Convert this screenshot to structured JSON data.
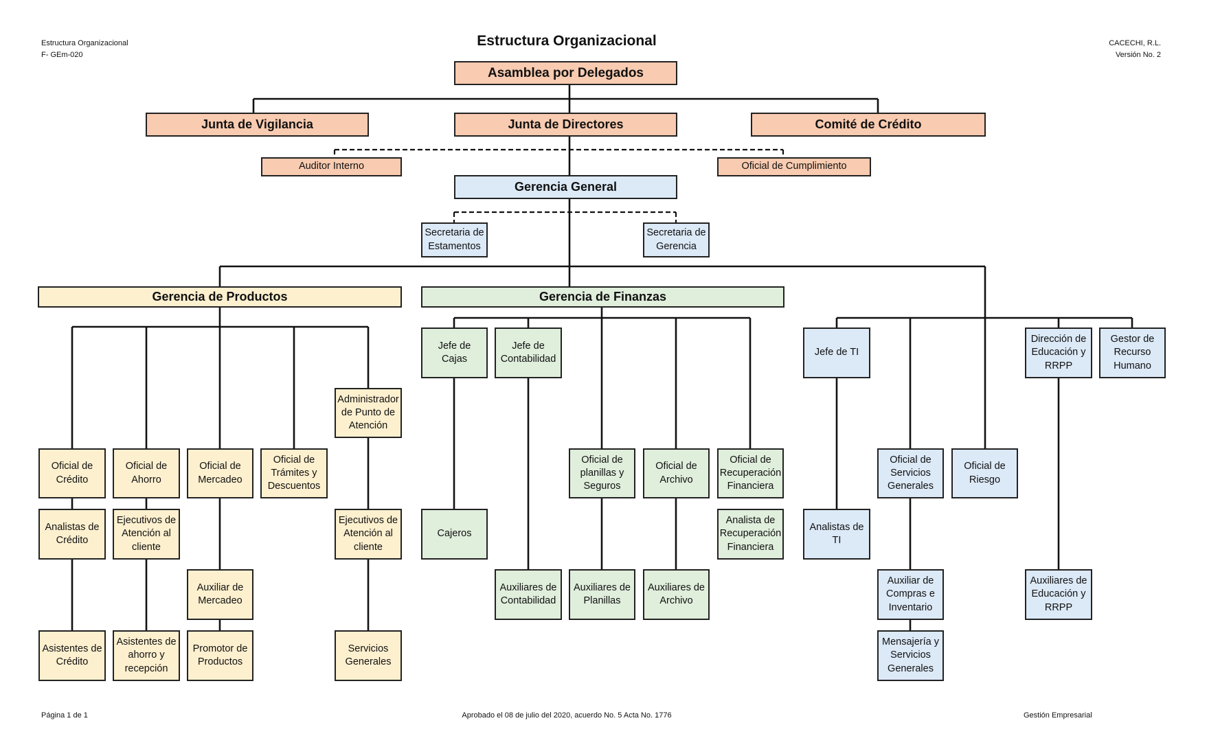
{
  "header": {
    "left_line1": "Estructura Organizacional",
    "left_line2": "F- GEm-020",
    "title": "Estructura Organizacional",
    "right_line1": "CACECHI, R.L.",
    "right_line2": "Versión No. 2"
  },
  "footer": {
    "page": "Página 1 de 1",
    "approval": "Aprobado el 08 de julio del 2020, acuerdo No. 5 Acta No. 1776",
    "area": "Gestión Empresarial"
  },
  "colors": {
    "governance": "#f9cbb0",
    "general_management": "#dce9f7",
    "products": "#fdf0cf",
    "finance": "#e0eedc"
  },
  "nodes": {
    "asamblea": "Asamblea por Delegados",
    "junta_vigilancia": "Junta de Vigilancia",
    "junta_directores": "Junta de Directores",
    "comite_credito": "Comité de Crédito",
    "auditor_interno": "Auditor Interno",
    "oficial_cumplimiento": "Oficial de Cumplimiento",
    "gerencia_general": "Gerencia General",
    "secretaria_estamentos": "Secretaria de Estamentos",
    "secretaria_gerencia": "Secretaria de Gerencia",
    "gerencia_productos": "Gerencia de Productos",
    "gerencia_finanzas": "Gerencia de Finanzas",
    "oficial_credito": "Oficial de Crédito",
    "analistas_credito": "Analistas de Crédito",
    "asistentes_credito": "Asistentes de Crédito",
    "oficial_ahorro": "Oficial de Ahorro",
    "ejecutivos_atencion_1": "Ejecutivos de Atención al cliente",
    "asistentes_ahorro": "Asistentes de ahorro y recepción",
    "oficial_mercadeo": "Oficial de Mercadeo",
    "auxiliar_mercadeo": "Auxiliar de Mercadeo",
    "promotor_productos": "Promotor de Productos",
    "oficial_tramites": "Oficial de Trámites y Descuentos",
    "admin_punto_atencion": "Administrador de Punto de Atención",
    "ejecutivos_atencion_2": "Ejecutivos de Atención al cliente",
    "servicios_generales_prod": "Servicios Generales",
    "jefe_cajas": "Jefe de Cajas",
    "cajeros": "Cajeros",
    "jefe_contabilidad": "Jefe de Contabilidad",
    "auxiliares_contabilidad": "Auxiliares de Contabilidad",
    "oficial_planillas": "Oficial de planillas y Seguros",
    "auxiliares_planillas": "Auxiliares de Planillas",
    "oficial_archivo": "Oficial de Archivo",
    "auxiliares_archivo": "Auxiliares de Archivo",
    "oficial_recuperacion": "Oficial de Recuperación Financiera",
    "analista_recuperacion": "Analista de Recuperación Financiera",
    "jefe_ti": "Jefe de TI",
    "analistas_ti": "Analistas de TI",
    "oficial_servicios_generales": "Oficial de Servicios Generales",
    "auxiliar_compras": "Auxiliar de Compras e Inventario",
    "mensajeria": "Mensajería y Servicios Generales",
    "oficial_riesgo": "Oficial de Riesgo",
    "direccion_educacion": "Dirección de Educación y RRPP",
    "auxiliares_educacion": "Auxiliares de Educación y RRPP",
    "gestor_rrhh": "Gestor de Recurso Humano"
  }
}
